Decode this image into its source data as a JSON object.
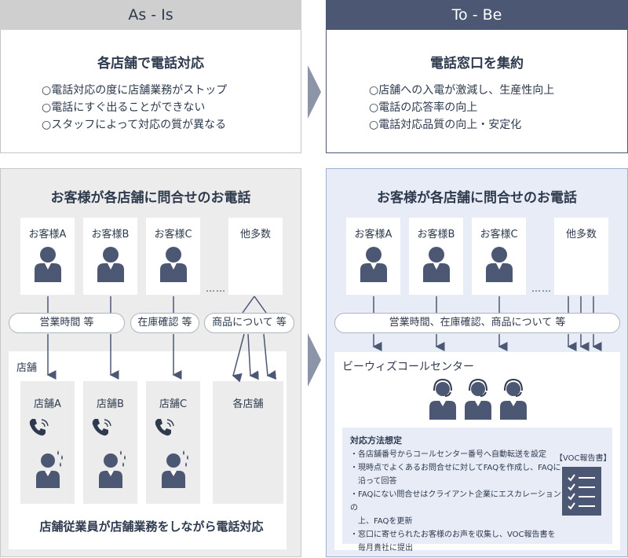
{
  "as_is": {
    "header": "As - Is",
    "title": "各店舗で電話対応",
    "points": [
      "○電話対応の度に店舗業務がストップ",
      "○電話にすぐ出ることができない",
      "○スタッフによって対応の質が異なる"
    ],
    "panel_title": "お客様が各店舗に問合せのお電話",
    "customers": [
      "お客様A",
      "お客様B",
      "お客様C",
      "他多数"
    ],
    "dots": "……",
    "pills": [
      "営業時間 等",
      "在庫確認 等",
      "商品について 等"
    ],
    "store_section": "店舗",
    "stores": [
      "店舗A",
      "店舗B",
      "店舗C",
      "各店舗"
    ],
    "footer": "店舗従業員が店舗業務をしながら電話対応"
  },
  "to_be": {
    "header": "To - Be",
    "title": "電話窓口を集約",
    "points": [
      "○店舗への入電が激減し、生産性向上",
      "○電話の応答率の向上",
      "○電話対応品質の向上・安定化"
    ],
    "panel_title": "お客様が各店舗に問合せのお電話",
    "customers": [
      "お客様A",
      "お客様B",
      "お客様C",
      "他多数"
    ],
    "dots": "……",
    "pill": "営業時間、在庫確認、商品について 等",
    "center_name": "ビーウィズコールセンター",
    "method_title": "対応方法想定",
    "methods": [
      "・各店舗番号からコールセンター番号へ自動転送を設定",
      "・現時点でよくあるお問合せに対してFAQを作成し、FAQに",
      "　沿って回答",
      "・FAQにない問合せはクライアント企業にエスカレーションの",
      "　上、FAQを更新",
      "・窓口に寄せられたお客様のお声を収集し、VOC報告書を",
      "　毎月貴社に提出"
    ],
    "voc_label": "【VOC報告書】"
  },
  "colors": {
    "navy": "#4c5873",
    "dark": "#2e3a4e",
    "gray_header": "#cfcfcf",
    "chevron": "#8b95a7"
  }
}
